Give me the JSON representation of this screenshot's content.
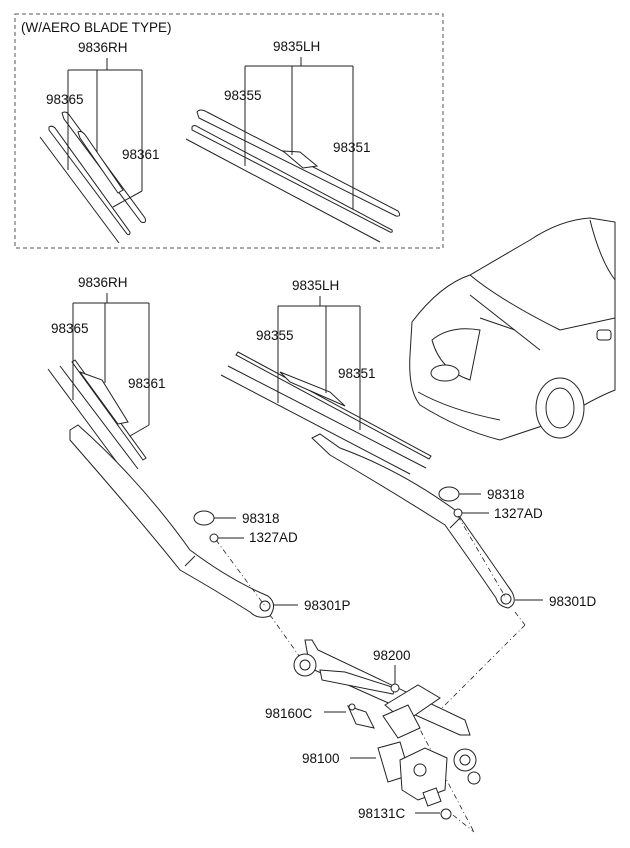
{
  "aero_section": {
    "title": "(W/AERO BLADE TYPE)",
    "rh": {
      "assembly": "9836RH",
      "part_a": "98365",
      "part_b": "98361"
    },
    "lh": {
      "assembly": "9835LH",
      "part_a": "98355",
      "part_b": "98351"
    }
  },
  "standard_section": {
    "rh": {
      "assembly": "9836RH",
      "part_a": "98365",
      "part_b": "98361"
    },
    "lh": {
      "assembly": "9835LH",
      "part_a": "98355",
      "part_b": "98351"
    }
  },
  "arms": {
    "left_cap": "98318",
    "left_nut": "1327AD",
    "right_cap": "98318",
    "right_nut": "1327AD",
    "passenger_arm": "98301P",
    "driver_arm": "98301D"
  },
  "linkage": {
    "linkage_assembly": "98200",
    "bracket": "98160C",
    "motor": "98100",
    "bolt": "98131C"
  }
}
